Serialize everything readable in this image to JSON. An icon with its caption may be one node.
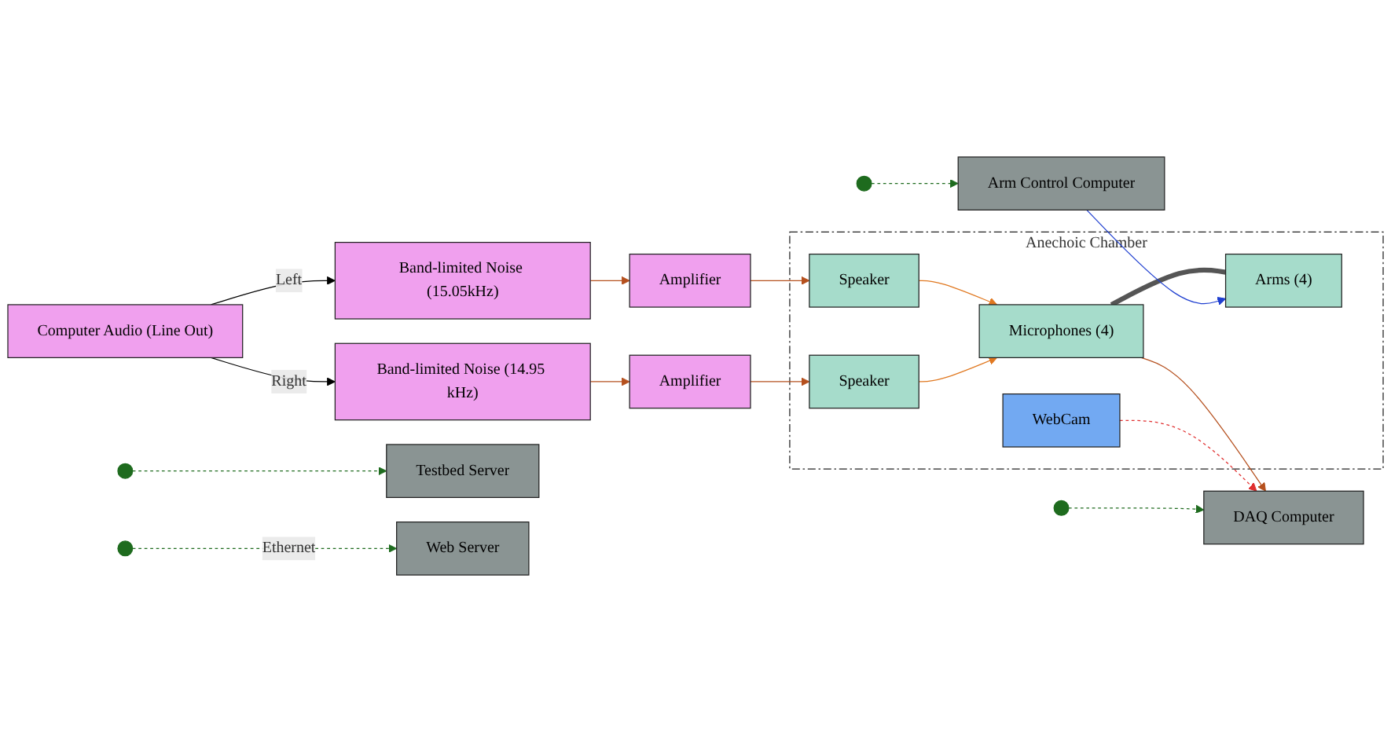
{
  "diagram": {
    "nodes": [
      {
        "text": [
          "Computer Audio (Line Out)"
        ]
      },
      {
        "text": [
          "Band-limited Noise (15.05kHz)"
        ]
      },
      {
        "text": [
          "Amplifier"
        ]
      },
      {
        "text": [
          "Band-limited Noise (14.95 kHz)"
        ]
      },
      {
        "text": [
          "Amplifier"
        ]
      },
      {
        "text": [
          "Anechoic Chamber"
        ]
      },
      {
        "text": [
          "Speaker"
        ],
        "in": 5
      },
      {
        "text": [
          "Microphones (4)"
        ],
        "in": 5
      },
      {
        "text": [
          "Arms (4)"
        ],
        "in": 5
      },
      {
        "text": [
          "Speaker"
        ],
        "in": 5
      },
      {
        "text": [
          "WebCam"
        ],
        "in": 5
      },
      {
        "text": [
          "Testbed Server"
        ]
      },
      {
        "text": [
          "Web Server"
        ]
      },
      {
        "text": [
          "DAQ Computer"
        ]
      },
      {
        "text": [
          "Arm Control Computer"
        ]
      }
    ],
    "edges": [
      {
        "from": 0,
        "to": 1,
        "arrow": "to",
        "label": "Left",
        "color": "#000000"
      },
      {
        "from": 0,
        "to": 3,
        "arrow": "to",
        "label": "Right",
        "color": "#000000"
      },
      {
        "from": 1,
        "to": 2,
        "arrow": "to",
        "color": "#b5501e"
      },
      {
        "from": 2,
        "to": 6,
        "arrow": "to",
        "color": "#b5501e"
      },
      {
        "from": 3,
        "to": 4,
        "arrow": "to",
        "color": "#b5501e"
      },
      {
        "from": 4,
        "to": 9,
        "arrow": "to",
        "color": "#b5501e"
      },
      {
        "from": 6,
        "to": 7,
        "arrow": "to",
        "color": "#e07820"
      },
      {
        "from": 9,
        "to": 7,
        "arrow": "to",
        "color": "#e07820"
      },
      {
        "from": 7,
        "to": 8,
        "arrow": "none",
        "style": "thick",
        "color": "#555555"
      },
      {
        "from": 7,
        "to": 13,
        "arrow": "to",
        "color": "#b5501e"
      },
      {
        "from": 10,
        "to": 13,
        "arrow": "to",
        "style": "dashed",
        "color": "#e03030"
      },
      {
        "from": 14,
        "to": 8,
        "arrow": "to",
        "color": "#1f3fd0"
      },
      {
        "from": null,
        "to": 11,
        "arrow": "to",
        "style": "dashed",
        "color": "#1e6b1e"
      },
      {
        "from": null,
        "to": 12,
        "arrow": "to",
        "style": "dashed",
        "color": "#1e6b1e",
        "label": "Ethernet"
      },
      {
        "from": null,
        "to": 13,
        "arrow": "to",
        "style": "dashed",
        "color": "#1e6b1e"
      },
      {
        "from": null,
        "to": 14,
        "arrow": "to",
        "style": "dashed",
        "color": "#1e6b1e"
      }
    ]
  }
}
